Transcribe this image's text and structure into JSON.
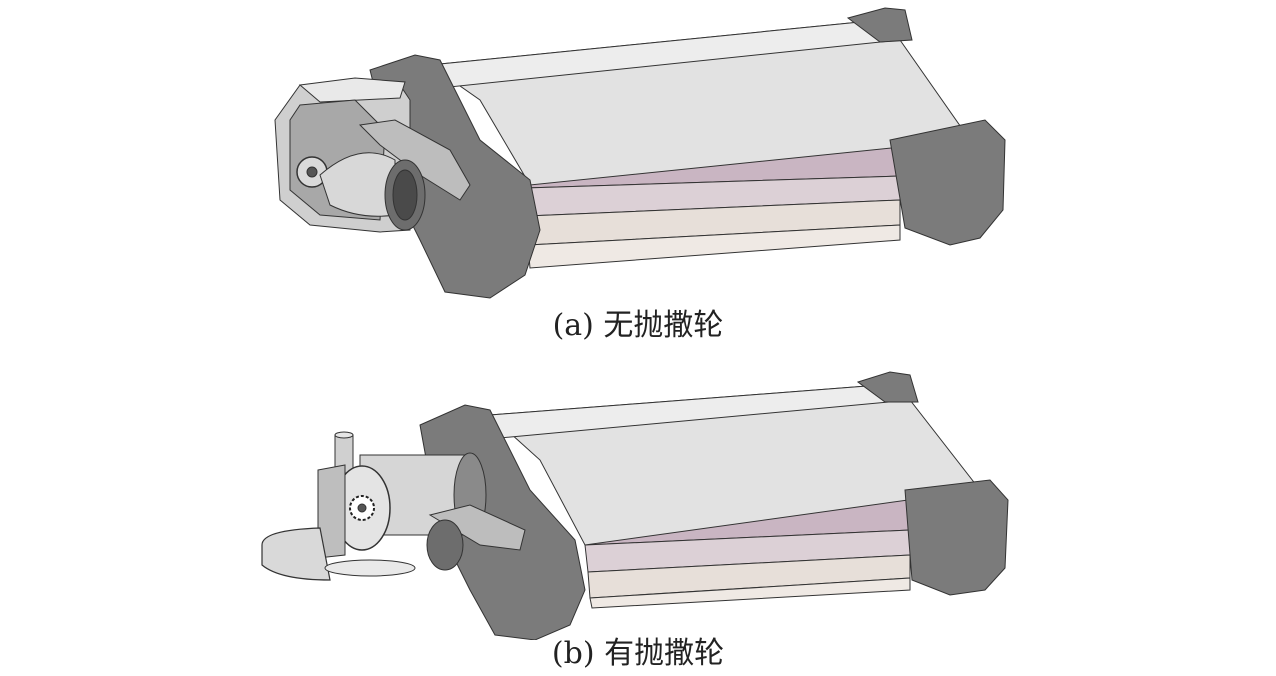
{
  "figures": [
    {
      "id": "a",
      "caption": "(a) 无抛撒轮"
    },
    {
      "id": "b",
      "caption": "(b) 有抛撒轮"
    }
  ],
  "colors": {
    "end_plate": "#7b7b7b",
    "end_plate_dark": "#5f5f5f",
    "cover": "#dcdcdc",
    "cover_light": "#ebebeb",
    "band_pink": "#c7b3c0",
    "band_pink_light": "#ddd0d6",
    "band_cream": "#e7dfd9",
    "band_cream_light": "#f0ebe7",
    "metal": "#bdbdbd",
    "metal_dark": "#8c8c8c",
    "stroke": "#333333"
  }
}
